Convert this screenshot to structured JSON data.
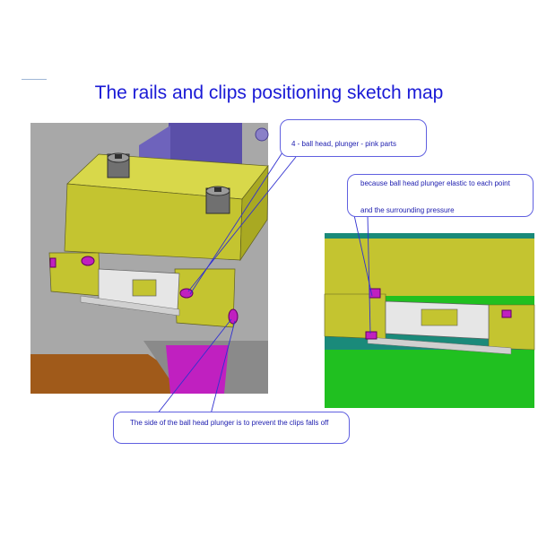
{
  "title": "The rails and clips positioning sketch map",
  "callouts": {
    "c1": "4 - ball head, plunger - pink parts",
    "c2_line1": "because ball head plunger elastic to each point",
    "c2_line2": "and the surrounding pressure",
    "c3": "The side of the ball head plunger is to prevent the clips falls off"
  },
  "colors": {
    "title": "#1a1ad6",
    "callout_text": "#2020b0",
    "callout_border": "#6060e0",
    "block_yellow": "#c8c832",
    "plunger_pink": "#c020c0",
    "base_green": "#20c020",
    "frame_teal": "#1a8a7a",
    "rail_brown": "#a05a1a",
    "bg_grey": "#a0a0a0"
  }
}
